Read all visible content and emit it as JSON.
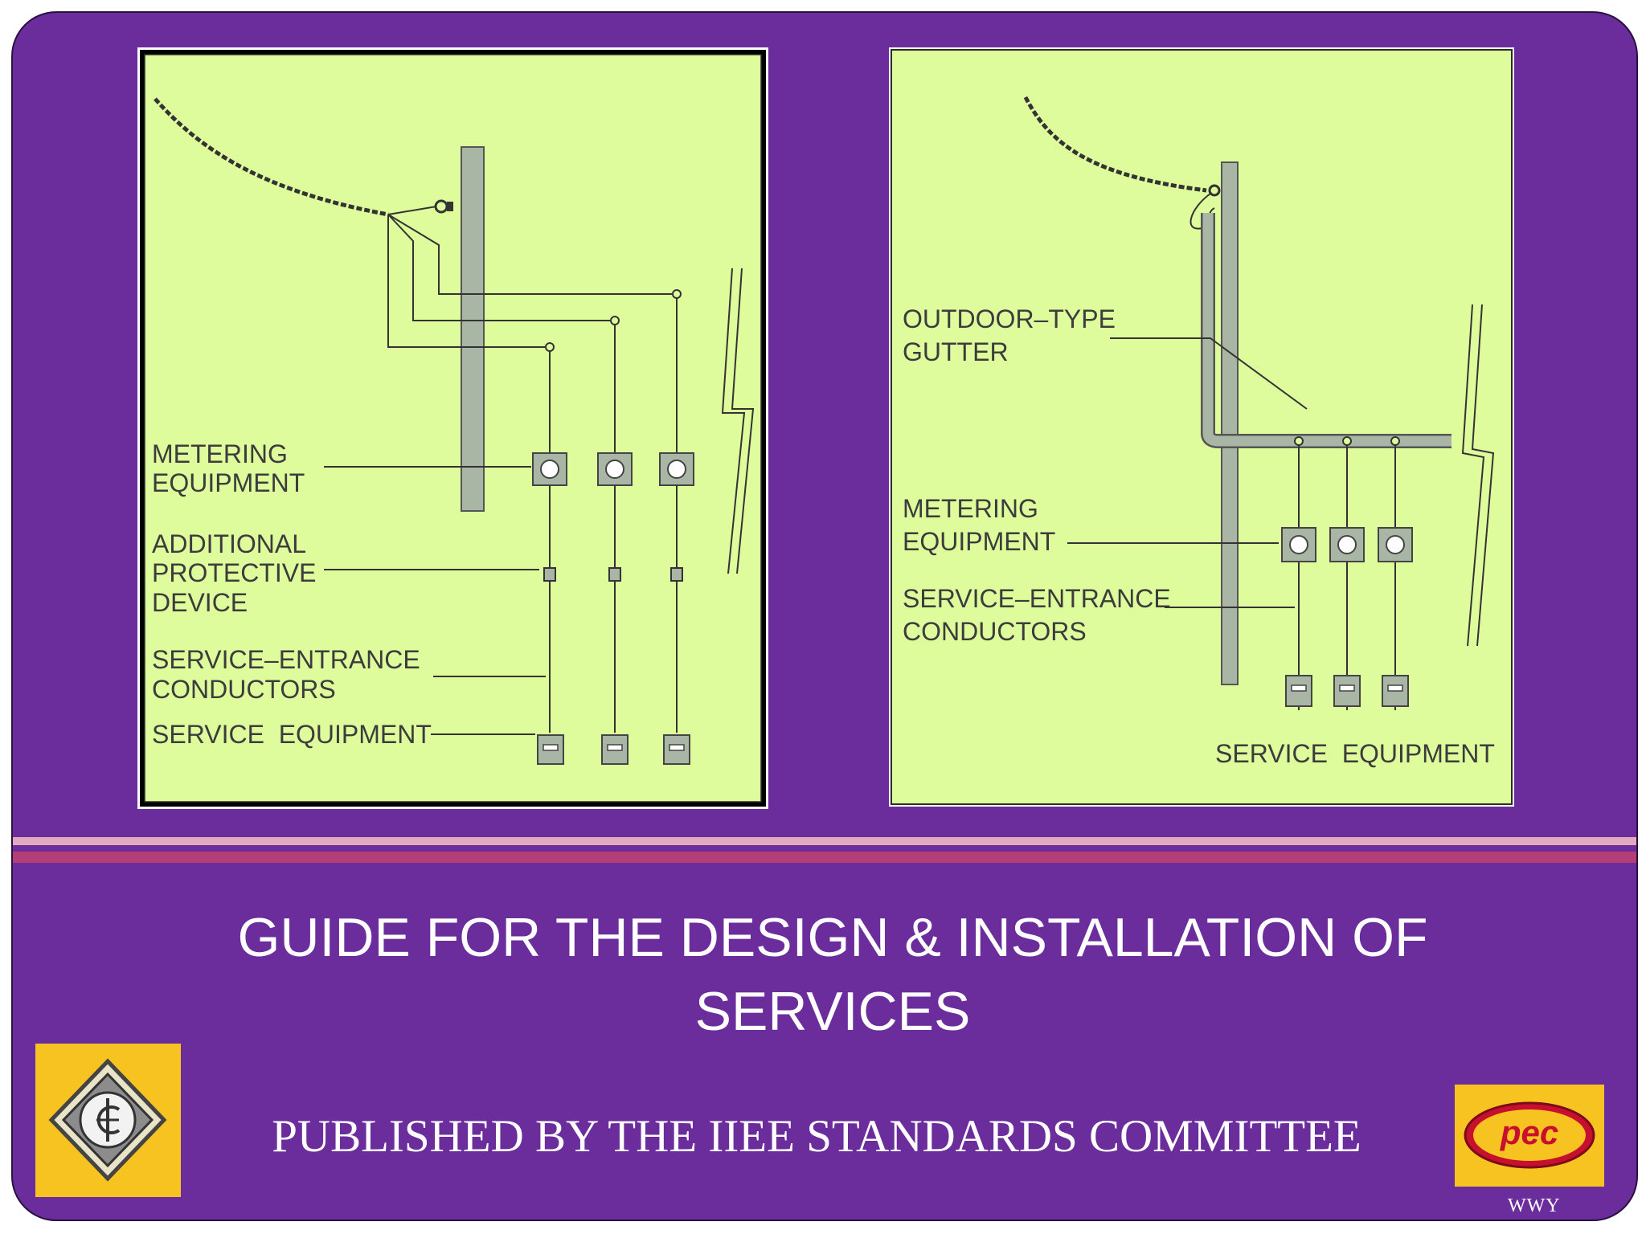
{
  "colors": {
    "background": "#6c2d9c",
    "panel_fill": "#dffc9d",
    "pole": "#a9b5a5",
    "wire": "#333333",
    "accent_stripe_light": "#e3a9bf",
    "accent_stripe_dark": "#b33f76",
    "logo_yellow": "#f7c320",
    "logo_red": "#c8102e"
  },
  "diagrams": {
    "left": {
      "metering_label": [
        "METERING",
        "EQUIPMENT"
      ],
      "protective_label": [
        "ADDITIONAL",
        "PROTECTIVE",
        "DEVICE"
      ],
      "conductors_label": [
        "SERVICE–ENTRANCE",
        "CONDUCTORS"
      ],
      "service_label": "SERVICE  EQUIPMENT"
    },
    "right": {
      "gutter_label": [
        "OUTDOOR–TYPE",
        "GUTTER"
      ],
      "metering_label": [
        "METERING",
        "EQUIPMENT"
      ],
      "conductors_label": [
        "SERVICE–ENTRANCE",
        "CONDUCTORS"
      ],
      "service_label": "SERVICE  EQUIPMENT"
    }
  },
  "title_lines": [
    "GUIDE FOR THE DESIGN & INSTALLATION OF",
    "SERVICES"
  ],
  "publisher": "PUBLISHED BY THE IIEE STANDARDS COMMITTEE",
  "logos": {
    "left": {
      "icon": "iiee-emblem-icon"
    },
    "right": {
      "icon": "pec-logo-icon",
      "text": "pec"
    }
  },
  "footer_mark": "WWY"
}
